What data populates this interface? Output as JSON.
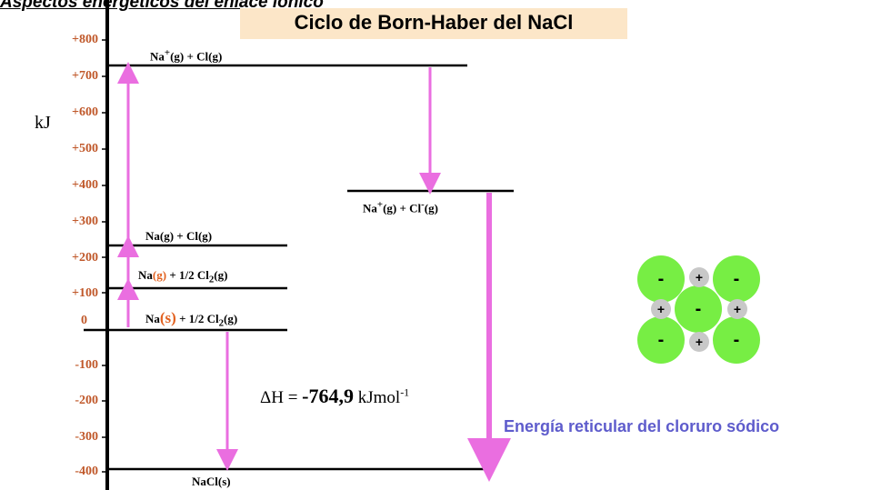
{
  "heading": "Aspectos energéticos del enlace iónico",
  "title": "Ciclo de Born-Haber del NaCl",
  "unit": "kJ",
  "y_ticks": [
    "+800",
    "+700",
    "+600",
    "+500",
    "+400",
    "+300",
    "+200",
    "+100",
    "0",
    "-100",
    "-200",
    "-300",
    "-400"
  ],
  "levels": {
    "na_plus_cl": {
      "na": "Na",
      "sup": "+",
      "rest": "(g) + Cl(g)"
    },
    "na_plus_cl_minus": {
      "na": "Na",
      "sup1": "+",
      "mid": "(g) + Cl",
      "sup2": "-",
      "rest": "(g)"
    },
    "na_g_cl_g": "Na(g) + Cl(g)",
    "na_g_half_cl2": {
      "pre": "Na",
      "state": "(g)",
      "mid": " + 1/2 Cl",
      "sub": "2",
      "rest": "(g)"
    },
    "na_s_half_cl2": {
      "pre": "Na",
      "state": "(s)",
      "mid": " + 1/2 Cl",
      "sub": "2",
      "rest": "(g)"
    },
    "nacl_s": "NaCl(s)"
  },
  "delta_h": {
    "symbol": "ΔH = ",
    "value": "-764,9",
    "unit": " kJmol",
    "exp": "-1"
  },
  "lattice_energy_label": "Energía reticular del cloruro sódico",
  "lattice_ions": {
    "anion": "-",
    "cation": "+"
  },
  "colors": {
    "arrow": "#ea6ee0",
    "tick": "#c0582a",
    "title_bg": "#fce6c8",
    "anion": "#77ee44",
    "cation": "#c8c8c8",
    "label_blue": "#5e5ccc"
  }
}
